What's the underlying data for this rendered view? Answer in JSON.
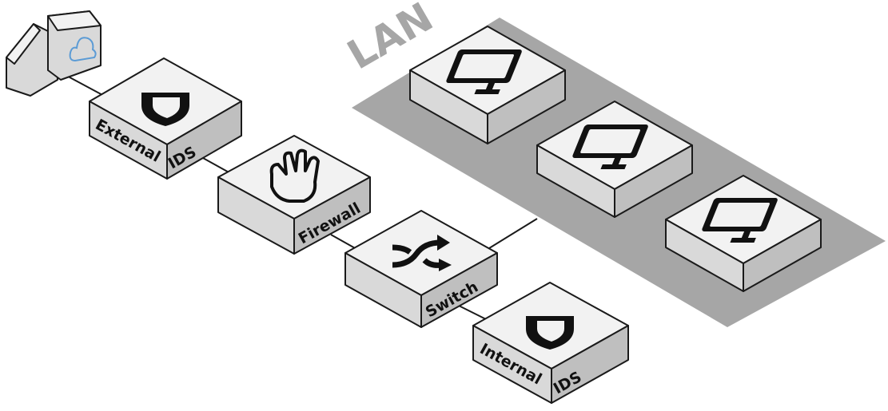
{
  "diagram": {
    "lan_label": "LAN",
    "nodes": {
      "cloud": {
        "icon": "cloud-icon"
      },
      "external_ids": {
        "label_left": "External",
        "label_right": "IDS",
        "icon": "shield-icon"
      },
      "firewall": {
        "label": "Firewall",
        "icon": "hand-icon"
      },
      "switch": {
        "label": "Switch",
        "icon": "switch-arrows-icon"
      },
      "internal_ids": {
        "label_left": "Internal",
        "label_right": "IDS",
        "icon": "shield-icon"
      },
      "lan_hosts": [
        {
          "icon": "monitor-icon"
        },
        {
          "icon": "monitor-icon"
        },
        {
          "icon": "monitor-icon"
        }
      ]
    },
    "links": [
      [
        "cloud",
        "external_ids"
      ],
      [
        "external_ids",
        "firewall"
      ],
      [
        "firewall",
        "switch"
      ],
      [
        "switch",
        "internal_ids"
      ],
      [
        "switch",
        "lan"
      ]
    ],
    "colors": {
      "top": "#f2f2f2",
      "front": "#d9d9d9",
      "side": "#bfbfbf",
      "stroke": "#1a1a1a",
      "lan_area": "#a6a6a6",
      "lan_text": "#a6a6a6",
      "cloud_icon": "#5b9bd5"
    }
  }
}
